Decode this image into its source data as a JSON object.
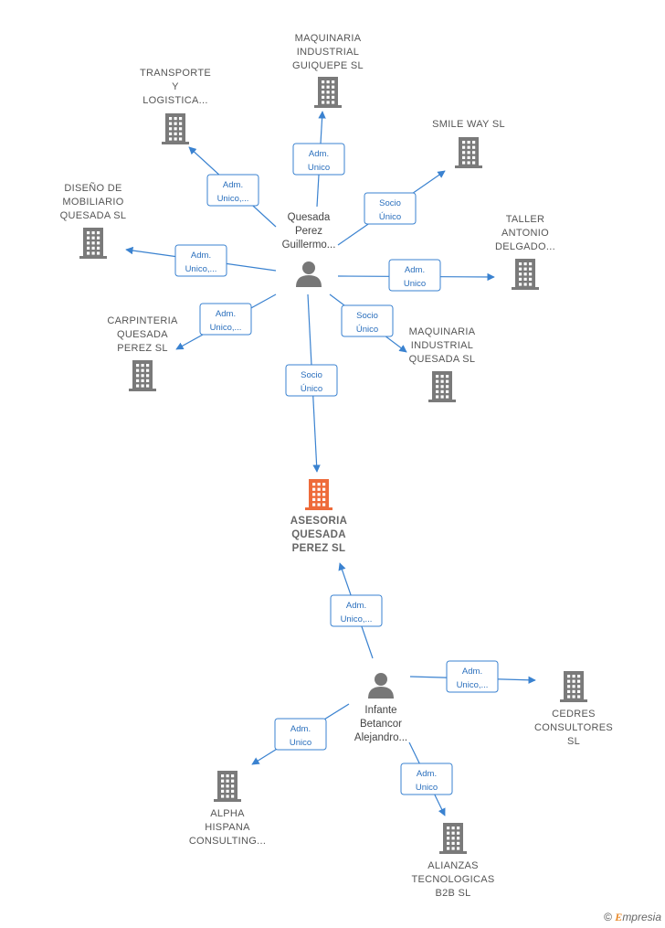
{
  "colors": {
    "company": "#7a7a7a",
    "focus_company": "#ee6b3a",
    "person": "#777777",
    "edge": "#3a82d0"
  },
  "footer": {
    "copyright_symbol": "©",
    "brand_first_letter": "E",
    "brand_rest": "mpresia"
  },
  "nodes": [
    {
      "id": "focus",
      "type": "company",
      "focus": true,
      "icon": "building-icon",
      "lines": [
        "ASESORIA",
        "QUESADA",
        "PEREZ  SL"
      ]
    },
    {
      "id": "person1",
      "type": "person",
      "icon": "person-icon",
      "lines": [
        "Quesada",
        "Perez",
        "Guillermo..."
      ]
    },
    {
      "id": "person2",
      "type": "person",
      "icon": "person-icon",
      "lines": [
        "Infante",
        "Betancor",
        "Alejandro..."
      ]
    },
    {
      "id": "transporte",
      "type": "company",
      "icon": "building-icon",
      "lines": [
        "TRANSPORTE",
        "Y",
        "LOGISTICA..."
      ]
    },
    {
      "id": "maq_guiquepe",
      "type": "company",
      "icon": "building-icon",
      "lines": [
        "MAQUINARIA",
        "INDUSTRIAL",
        "GUIQUEPE  SL"
      ]
    },
    {
      "id": "smile",
      "type": "company",
      "icon": "building-icon",
      "lines": [
        "SMILE WAY  SL"
      ]
    },
    {
      "id": "taller",
      "type": "company",
      "icon": "building-icon",
      "lines": [
        "TALLER",
        "ANTONIO",
        "DELGADO..."
      ]
    },
    {
      "id": "diseno",
      "type": "company",
      "icon": "building-icon",
      "lines": [
        "DISEÑO DE",
        "MOBILIARIO",
        "QUESADA  SL"
      ]
    },
    {
      "id": "carpinteria",
      "type": "company",
      "icon": "building-icon",
      "lines": [
        "CARPINTERIA",
        "QUESADA",
        "PEREZ  SL"
      ]
    },
    {
      "id": "maq_quesada",
      "type": "company",
      "icon": "building-icon",
      "lines": [
        "MAQUINARIA",
        "INDUSTRIAL",
        "QUESADA  SL"
      ]
    },
    {
      "id": "cedres",
      "type": "company",
      "icon": "building-icon",
      "lines": [
        "CEDRES",
        "CONSULTORES",
        "SL"
      ]
    },
    {
      "id": "alpha",
      "type": "company",
      "icon": "building-icon",
      "lines": [
        "ALPHA",
        "HISPANA",
        "CONSULTING..."
      ]
    },
    {
      "id": "alianzas",
      "type": "company",
      "icon": "building-icon",
      "lines": [
        "ALIANZAS",
        "TECNOLOGICAS",
        "B2B SL"
      ]
    }
  ],
  "edges": [
    {
      "from": "person1",
      "to": "maq_guiquepe",
      "lines": [
        "Adm.",
        "Unico"
      ]
    },
    {
      "from": "person1",
      "to": "transporte",
      "lines": [
        "Adm.",
        "Unico,..."
      ]
    },
    {
      "from": "person1",
      "to": "smile",
      "lines": [
        "Socio",
        "Único"
      ]
    },
    {
      "from": "person1",
      "to": "diseno",
      "lines": [
        "Adm.",
        "Unico,..."
      ]
    },
    {
      "from": "person1",
      "to": "taller",
      "lines": [
        "Adm.",
        "Unico"
      ]
    },
    {
      "from": "person1",
      "to": "carpinteria",
      "lines": [
        "Adm.",
        "Unico,..."
      ]
    },
    {
      "from": "person1",
      "to": "maq_quesada",
      "lines": [
        "Socio",
        "Único"
      ]
    },
    {
      "from": "person1",
      "to": "focus",
      "lines": [
        "Socio",
        "Único"
      ]
    },
    {
      "from": "person2",
      "to": "focus",
      "lines": [
        "Adm.",
        "Unico,..."
      ]
    },
    {
      "from": "person2",
      "to": "cedres",
      "lines": [
        "Adm.",
        "Unico,..."
      ]
    },
    {
      "from": "person2",
      "to": "alpha",
      "lines": [
        "Adm.",
        "Unico"
      ]
    },
    {
      "from": "person2",
      "to": "alianzas",
      "lines": [
        "Adm.",
        "Unico"
      ]
    }
  ]
}
